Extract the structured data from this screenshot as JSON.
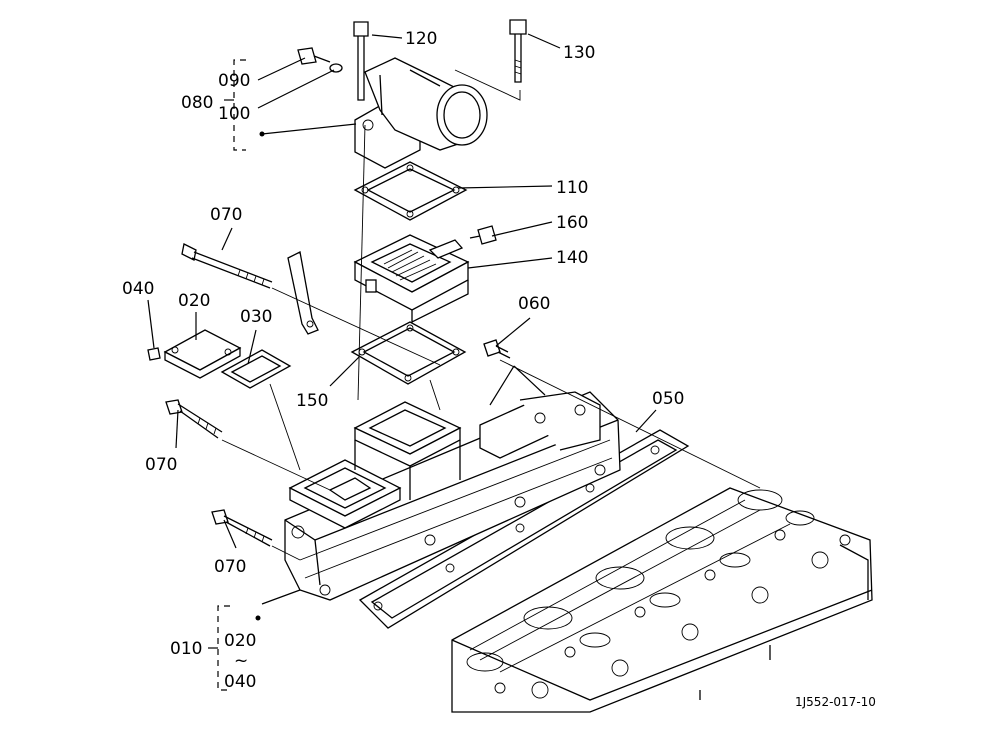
{
  "diagram": {
    "labels": {
      "l010": "010",
      "l020": "020",
      "l020b": "020",
      "l030": "030",
      "l040": "040",
      "l040b": "040",
      "l050": "050",
      "l060": "060",
      "l070a": "070",
      "l070b": "070",
      "l070c": "070",
      "l080": "080",
      "l090": "090",
      "l100": "100",
      "l110": "110",
      "l120": "120",
      "l130": "130",
      "l140": "140",
      "l150": "150",
      "l160": "160",
      "range_sep": "~"
    },
    "drawing_code": "1J552-017-10"
  }
}
